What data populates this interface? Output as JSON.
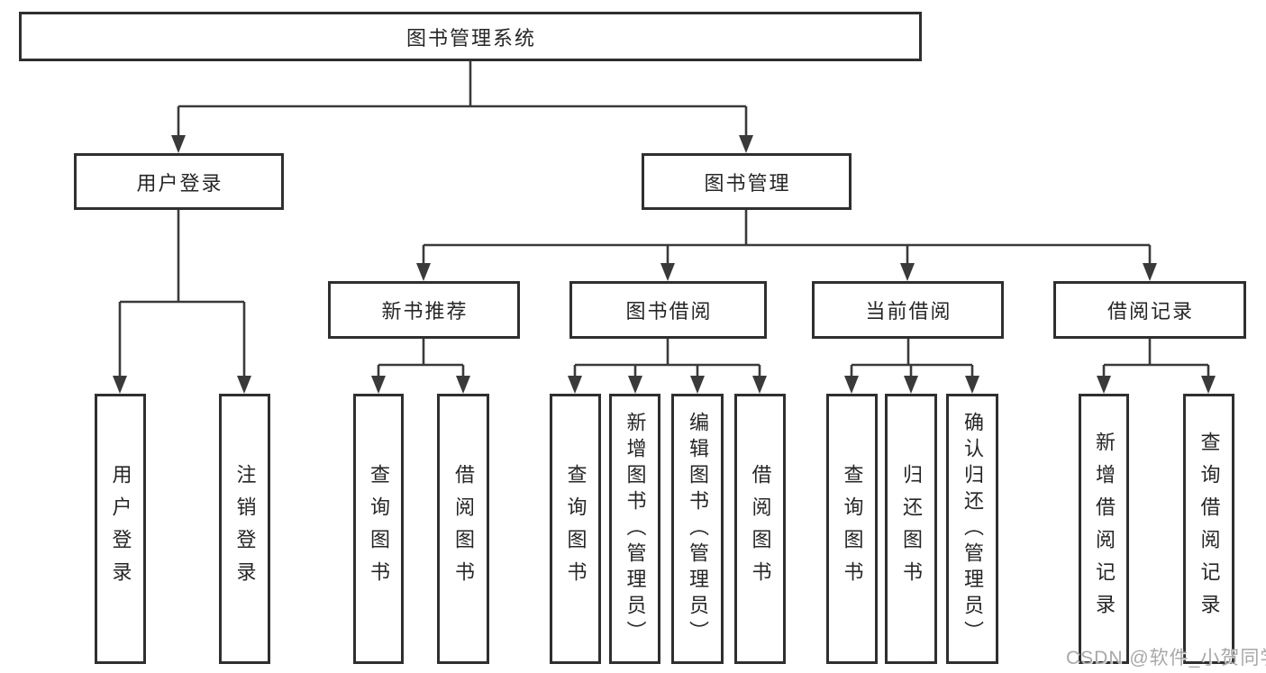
{
  "diagram": {
    "root": "图书管理系统",
    "login": {
      "label": "用户登录",
      "children": [
        "用户登录",
        "注销登录"
      ]
    },
    "management": {
      "label": "图书管理",
      "sections": [
        {
          "label": "新书推荐",
          "children": [
            "查询图书",
            "借阅图书"
          ]
        },
        {
          "label": "图书借阅",
          "children": [
            "查询图书",
            "新增图书（管理员）",
            "编辑图书（管理员）",
            "借阅图书"
          ]
        },
        {
          "label": "当前借阅",
          "children": [
            "查询图书",
            "归还图书",
            "确认归还（管理员）"
          ]
        },
        {
          "label": "借阅记录",
          "children": [
            "新增借阅记录",
            "查询借阅记录"
          ]
        }
      ]
    }
  },
  "watermark": "CSDN @软件_小贺同学",
  "colors": {
    "line": "#3a3a3a",
    "border": "#2f2f2f",
    "text": "#262626",
    "background": "#ffffff",
    "watermark": "#a8a8a8"
  }
}
